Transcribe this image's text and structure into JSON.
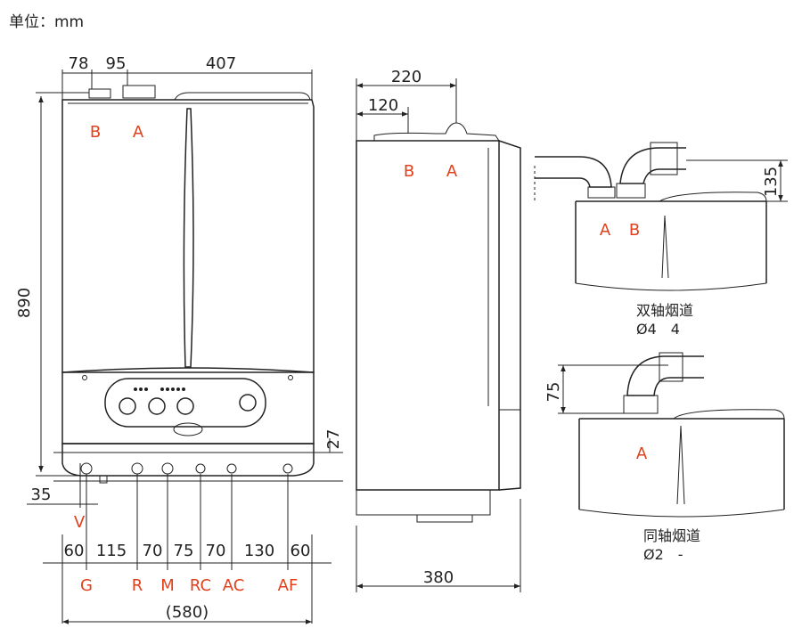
{
  "unit_label": "单位：mm",
  "front_view": {
    "top_dims": [
      "78",
      "95",
      "407"
    ],
    "height_dim": "890",
    "right_dim": "27",
    "left_dim": "35",
    "flue_labels": [
      "B",
      "A"
    ],
    "valve_label": "V",
    "bottom_dims": [
      "60",
      "115",
      "70",
      "75",
      "70",
      "130",
      "60"
    ],
    "connection_labels": [
      "G",
      "R",
      "M",
      "RC",
      "AC",
      "AF"
    ],
    "total_width": "(580)"
  },
  "side_view": {
    "top_dims": [
      "220",
      "120"
    ],
    "flue_labels": [
      "B",
      "A"
    ],
    "depth_dim": "380"
  },
  "twin_flue": {
    "height_dim": "135",
    "labels": [
      "A",
      "B"
    ],
    "caption": "双轴烟道",
    "diameter": "Ø4　4"
  },
  "coaxial_flue": {
    "height_dim": "75",
    "label": "A",
    "caption": "同轴烟道",
    "diameter": "Ø2　-"
  },
  "colors": {
    "label_red": "#e0411c",
    "line": "#222222"
  }
}
